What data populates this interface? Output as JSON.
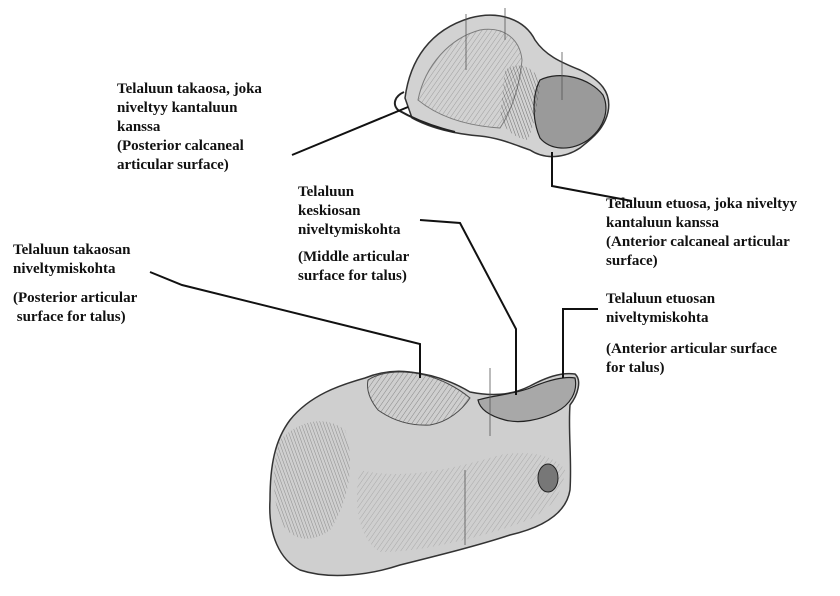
{
  "colors": {
    "line": "#111111",
    "bone_fill": "#c9c9c9",
    "bone_shade": "#7a7a7a",
    "bone_dark": "#3a3a3a",
    "background": "#ffffff"
  },
  "labels": {
    "top_posterior": {
      "fi": [
        "Telaluun takaosa, joka",
        "niveltyy kantaluun",
        "kanssa"
      ],
      "en": [
        "(Posterior calcaneal",
        "articular surface)"
      ]
    },
    "top_anterior": {
      "fi": [
        "Telaluun etuosa, joka niveltyy",
        "kantaluun kanssa"
      ],
      "en": [
        "(Anterior calcaneal articular",
        "surface)"
      ]
    },
    "middle": {
      "fi": [
        "Telaluun",
        "keskiosan",
        "niveltymiskohta"
      ],
      "en": [
        "(Middle articular",
        "surface for talus)"
      ]
    },
    "posterior_talus": {
      "fi": [
        "Telaluun takaosan",
        "niveltymiskohta"
      ],
      "en": [
        "(Posterior articular",
        " surface for talus)"
      ]
    },
    "anterior_talus": {
      "fi": [
        "Telaluun etuosan",
        "niveltymiskohta"
      ],
      "en": [
        "(Anterior articular surface",
        "for talus)"
      ]
    }
  }
}
